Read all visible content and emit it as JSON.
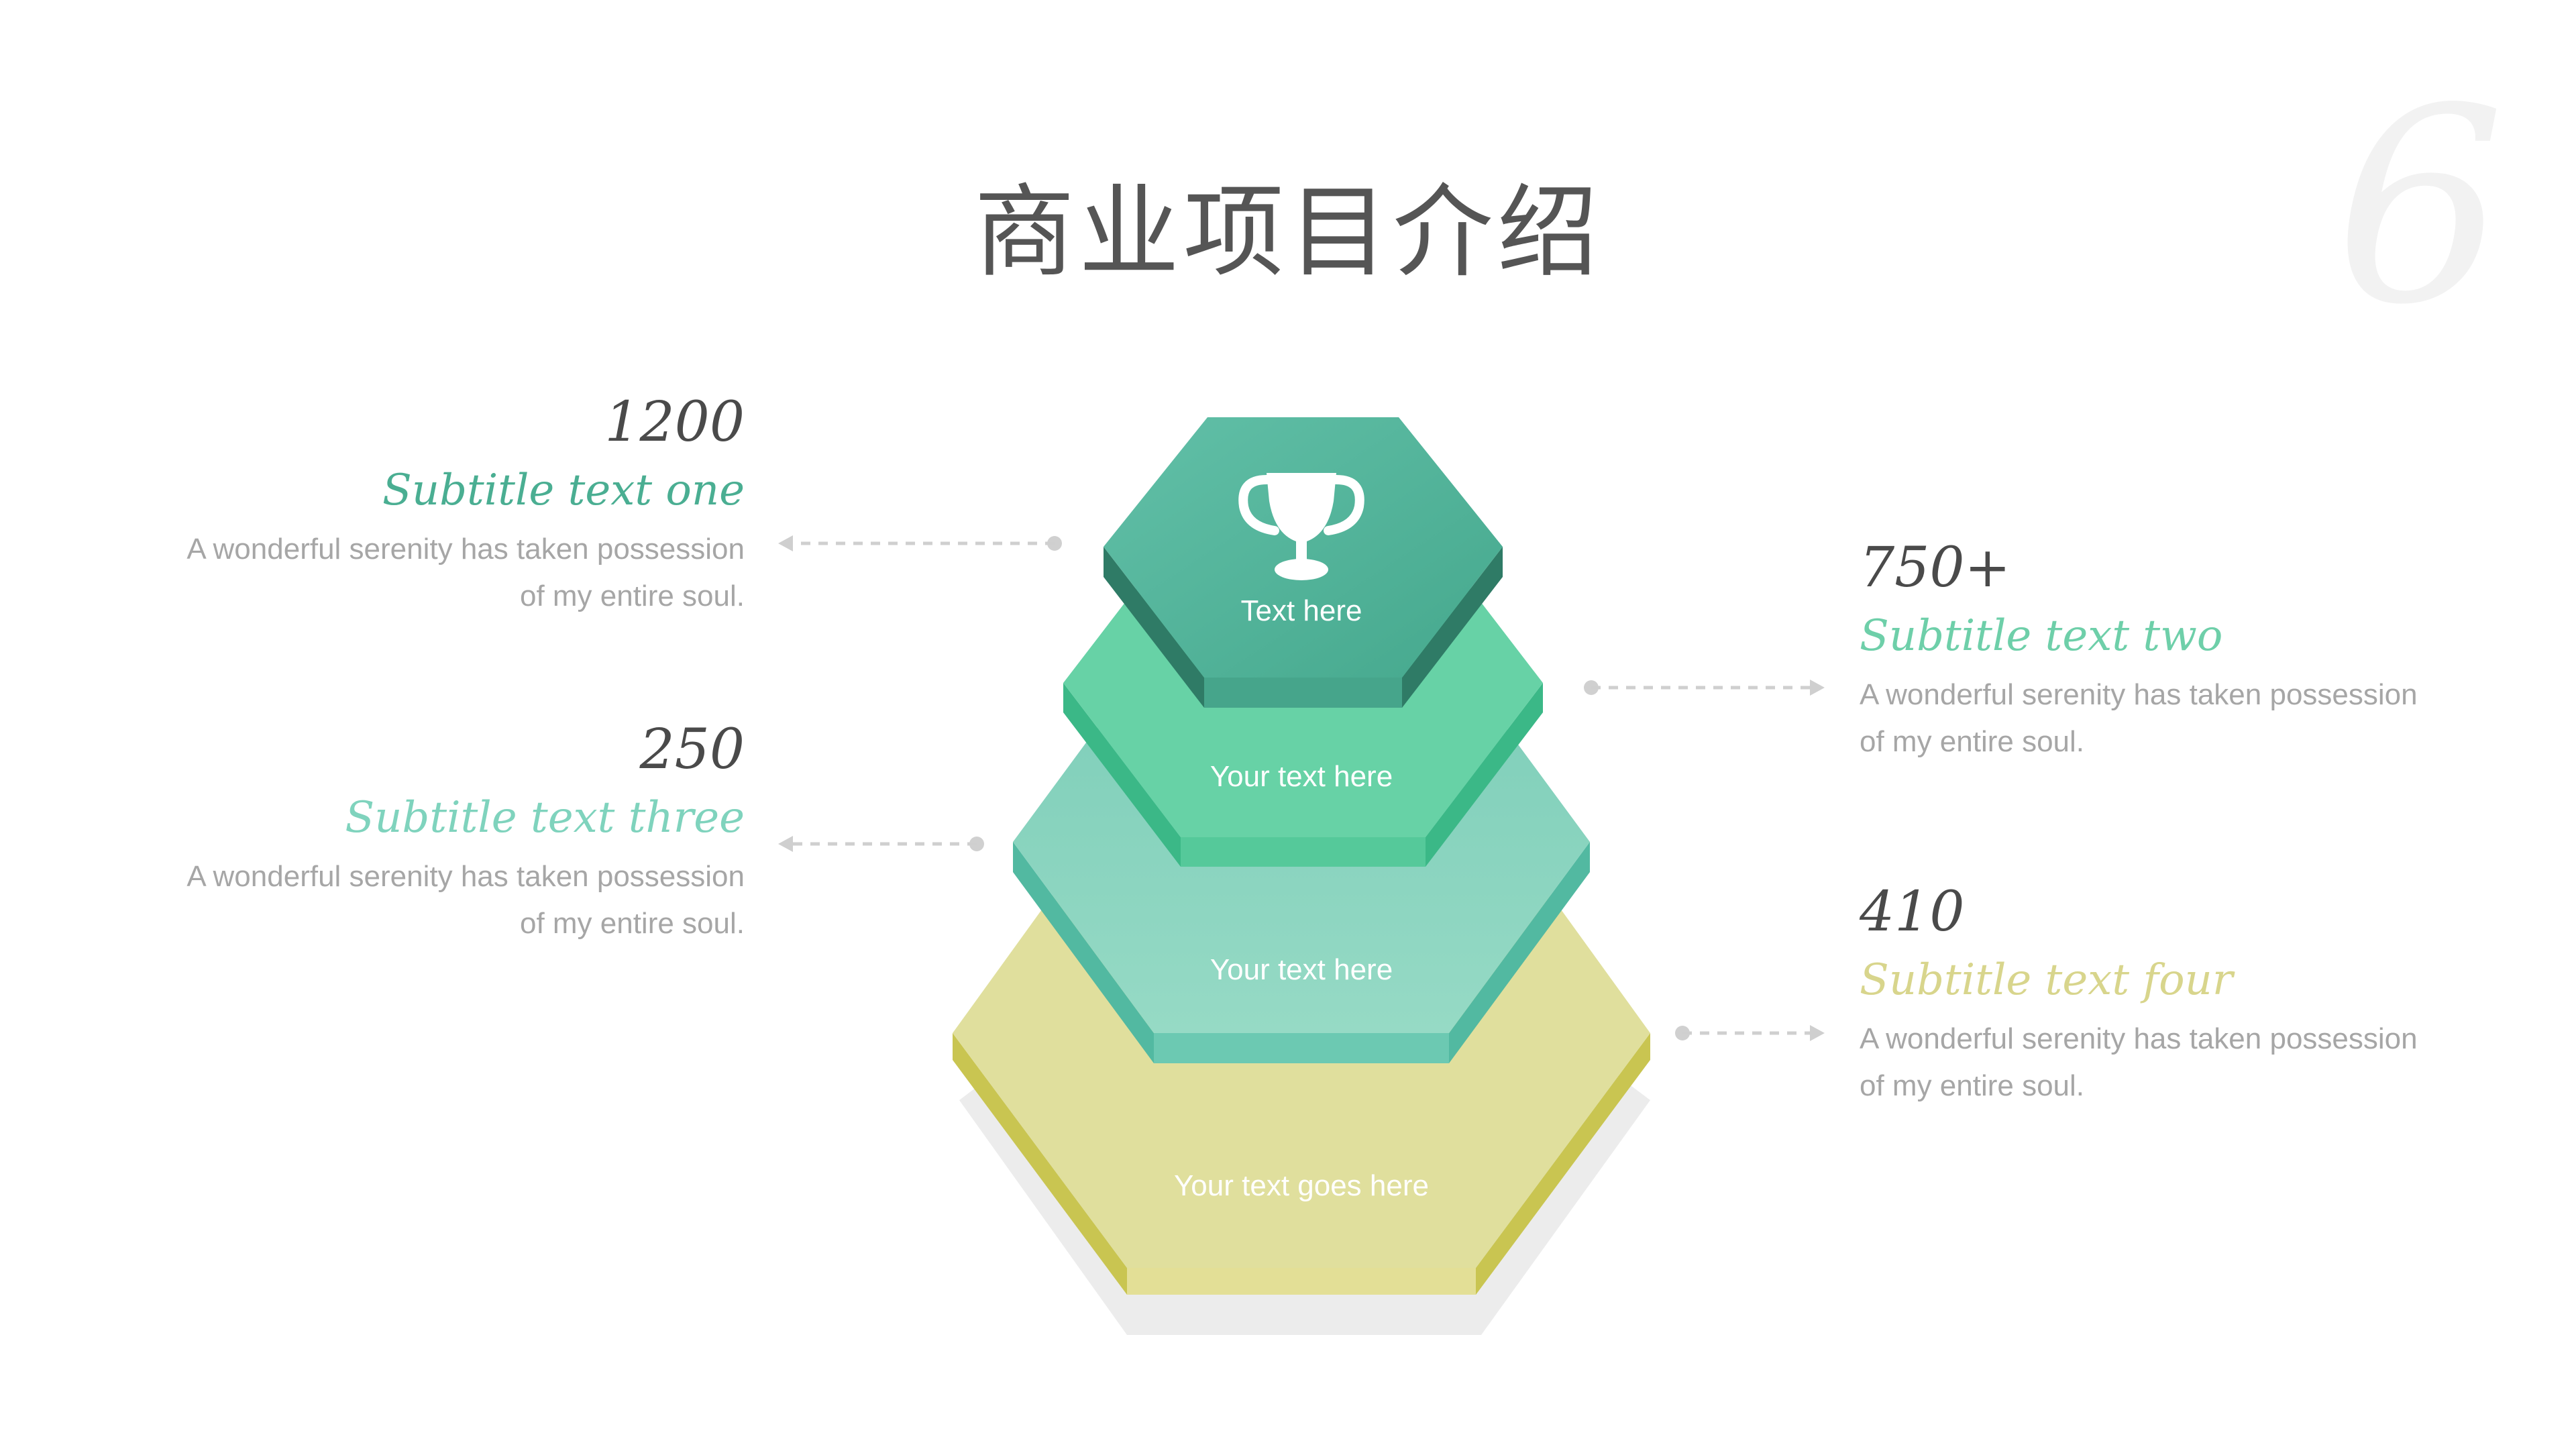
{
  "title": "商业项目介绍",
  "page_number": "6",
  "colors": {
    "tier1": "#4fb39a",
    "tier2": "#67d2a6",
    "tier3": "#86d0bc",
    "tier4": "#e0df9d",
    "sub1": "#4aae92",
    "sub2": "#6ecfa9",
    "sub3": "#7fd3bd",
    "sub4": "#d8d58c"
  },
  "pyramid": {
    "tier1": {
      "label": "Text here",
      "icon": "trophy-icon"
    },
    "tier2": {
      "label": "Your text here"
    },
    "tier3": {
      "label": "Your text here"
    },
    "tier4": {
      "label": "Your text goes here"
    }
  },
  "callouts": {
    "one": {
      "number": "1200",
      "subtitle": "Subtitle text one",
      "description": [
        "A wonderful serenity has taken possession",
        "of my entire soul."
      ]
    },
    "two": {
      "number": "750+",
      "subtitle": "Subtitle text two",
      "description": [
        "A wonderful serenity has taken possession",
        "of my entire soul."
      ]
    },
    "three": {
      "number": "250",
      "subtitle": "Subtitle text three",
      "description": [
        "A wonderful serenity has taken possession",
        "of my entire soul."
      ]
    },
    "four": {
      "number": "410",
      "subtitle": "Subtitle text four",
      "description": [
        "A wonderful serenity has taken possession",
        "of my entire soul."
      ]
    }
  }
}
